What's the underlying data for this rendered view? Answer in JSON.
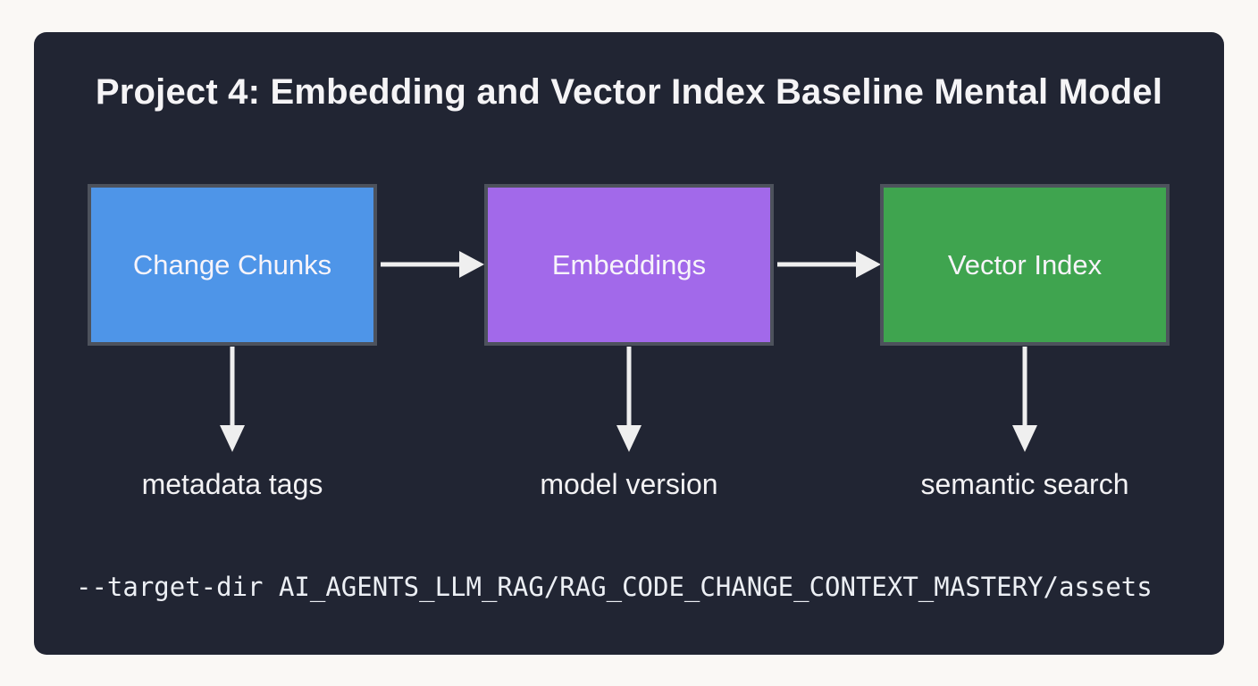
{
  "title": "Project 4: Embedding and Vector Index Baseline Mental Model",
  "colors": {
    "page_bg": "#FAF8F5",
    "panel_bg": "#212533",
    "node_border": "#4D525C",
    "arrow": "#EFEFEF",
    "text": "#F5F4F6",
    "node_change_chunks": "#4E95E8",
    "node_embeddings": "#A269EA",
    "node_vector_index": "#3FA44F"
  },
  "diagram": {
    "nodes": [
      {
        "label": "Change Chunks",
        "color": "#4E95E8",
        "annotation": "metadata tags"
      },
      {
        "label": "Embeddings",
        "color": "#A269EA",
        "annotation": "model version"
      },
      {
        "label": "Vector Index",
        "color": "#3FA44F",
        "annotation": "semantic search"
      }
    ],
    "flow": [
      {
        "from": "Change Chunks",
        "to": "Embeddings"
      },
      {
        "from": "Embeddings",
        "to": "Vector Index"
      }
    ]
  },
  "command_line": "--target-dir AI_AGENTS_LLM_RAG/RAG_CODE_CHANGE_CONTEXT_MASTERY/assets"
}
